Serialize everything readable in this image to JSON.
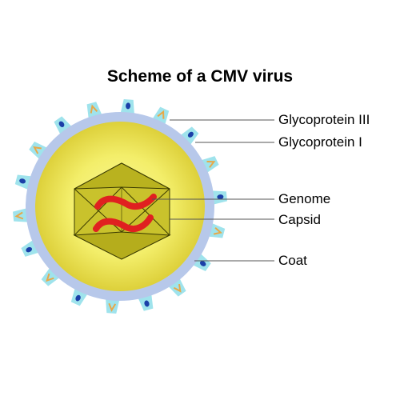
{
  "title": "Scheme of a CMV virus",
  "labels": {
    "glycoprotein_iii": "Glycoprotein III",
    "glycoprotein_i": "Glycoprotein I",
    "genome": "Genome",
    "capsid": "Capsid",
    "coat": "Coat"
  },
  "colors": {
    "coat": "#b7c8ea",
    "tegument_center": "#f6f37e",
    "tegument_edge": "#e2d43a",
    "capsid_fill": "#c8c22a",
    "capsid_stroke": "#3a3a00",
    "genome": "#e02020",
    "spike_base": "#9fe3ec",
    "glycoprotein_iii": "#1b3fa8",
    "glycoprotein_i": "#e7a848",
    "leader_line": "#555555"
  }
}
